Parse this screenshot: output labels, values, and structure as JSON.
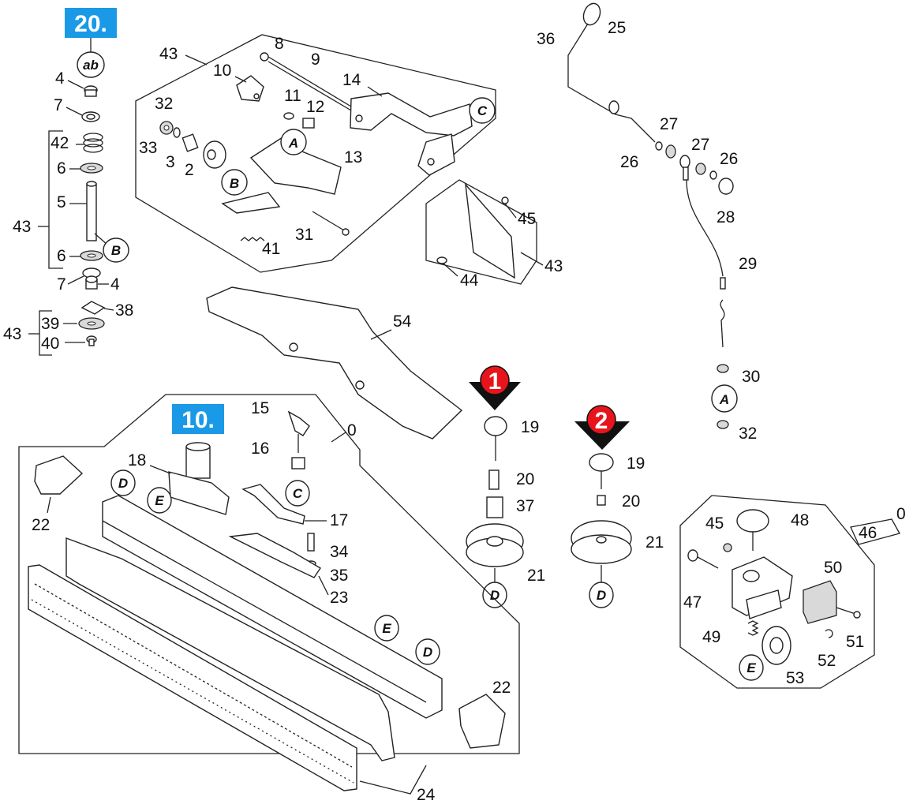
{
  "sections": [
    {
      "id": "sec20",
      "label": "20.",
      "color": "#1a9ae6"
    },
    {
      "id": "sec10",
      "label": "10.",
      "color": "#1a9ae6"
    }
  ],
  "variants": [
    {
      "id": "v1",
      "label": "1",
      "color": "#e8141c"
    },
    {
      "id": "v2",
      "label": "2",
      "color": "#e8141c"
    }
  ],
  "refs": {
    "ab": "ab",
    "A": "A",
    "B": "B",
    "C": "C",
    "D": "D",
    "E": "E"
  },
  "labels": {
    "n0": "0",
    "n2": "2",
    "n3": "3",
    "n4": "4",
    "n5": "5",
    "n6": "6",
    "n7": "7",
    "n8": "8",
    "n9": "9",
    "n10": "10",
    "n11": "11",
    "n12": "12",
    "n13": "13",
    "n14": "14",
    "n15": "15",
    "n16": "16",
    "n17": "17",
    "n18": "18",
    "n19": "19",
    "n20": "20",
    "n21": "21",
    "n22": "22",
    "n23": "23",
    "n24": "24",
    "n25": "25",
    "n26": "26",
    "n27": "27",
    "n28": "28",
    "n29": "29",
    "n30": "30",
    "n31": "31",
    "n32": "32",
    "n33": "33",
    "n34": "34",
    "n35": "35",
    "n36": "36",
    "n37": "37",
    "n38": "38",
    "n39": "39",
    "n40": "40",
    "n41": "41",
    "n42": "42",
    "n43": "43",
    "n44": "44",
    "n45": "45",
    "n46": "46",
    "n47": "47",
    "n48": "48",
    "n49": "49",
    "n50": "50",
    "n51": "51",
    "n52": "52",
    "n53": "53",
    "n54": "54"
  }
}
